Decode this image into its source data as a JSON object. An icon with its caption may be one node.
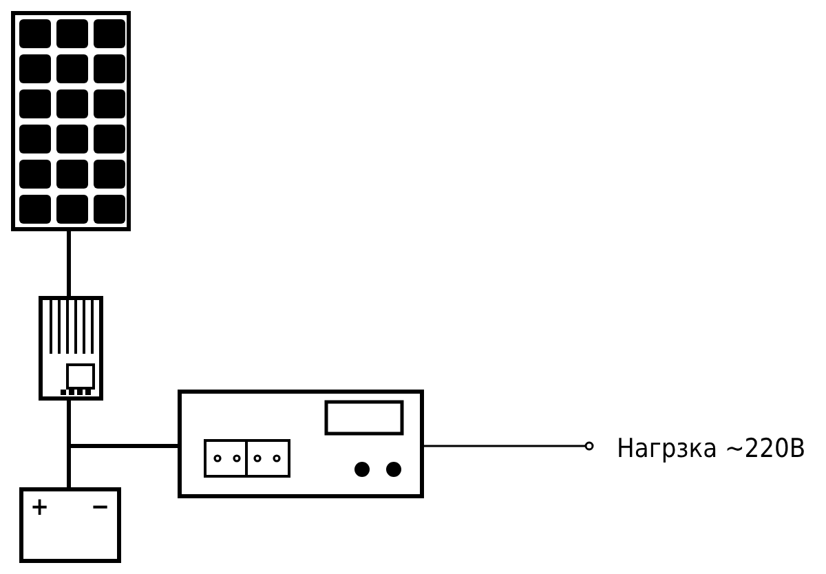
{
  "diagram": {
    "nodes": [
      {
        "text": [],
        "shape": "picture"
      },
      {
        "text": [],
        "shape": "picture"
      },
      {
        "text": [
          "+",
          "−"
        ]
      },
      {
        "text": [],
        "shape": "picture"
      },
      {
        "text": [
          "Нагрзка ~220В"
        ]
      }
    ],
    "edges": [
      {
        "from": 0,
        "to": 1,
        "arrow": "none"
      },
      {
        "from": 1,
        "to": 2,
        "arrow": "none"
      },
      {
        "from": 1,
        "to": 3,
        "arrow": "none"
      },
      {
        "from": 3,
        "to": 4,
        "arrow": "other"
      }
    ]
  }
}
